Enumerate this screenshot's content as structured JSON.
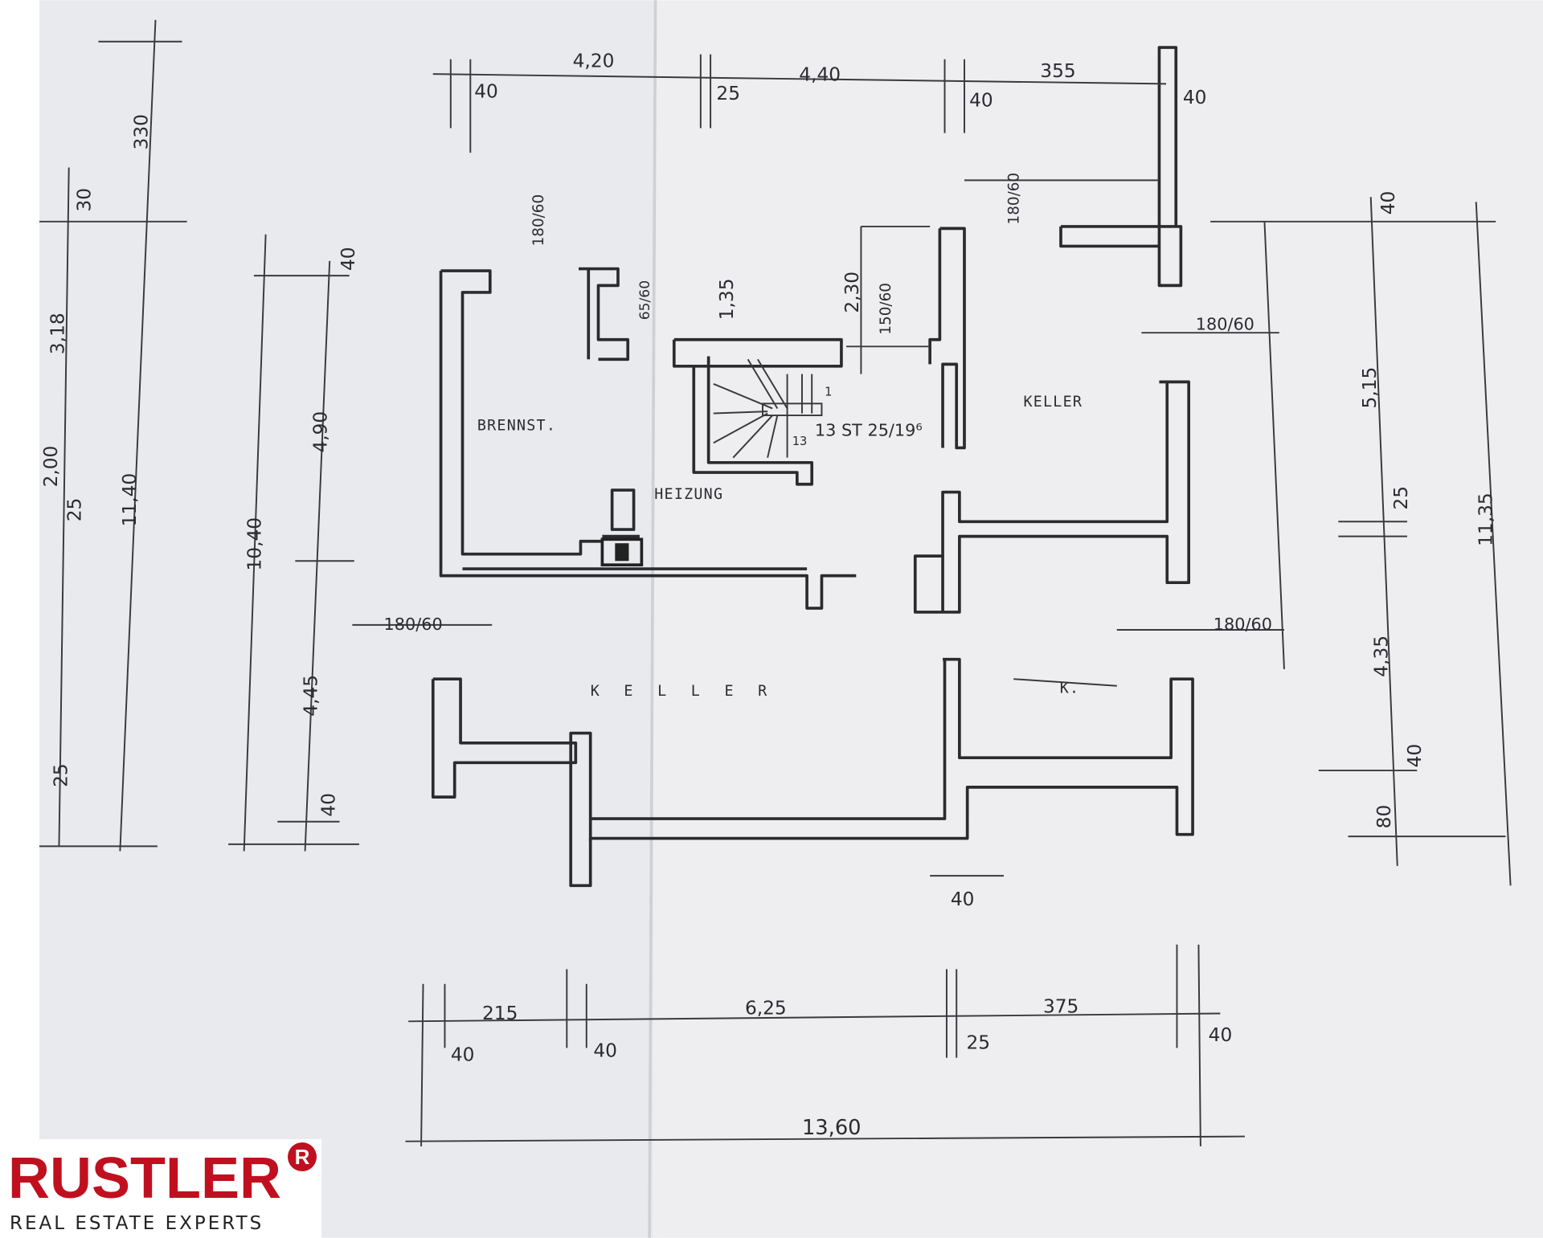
{
  "plan": {
    "rooms": {
      "brennst": "BRENNST.",
      "heizung": "HEIZUNG",
      "keller_right": "KELLER",
      "keller_main": "K E L L E R",
      "k": "K."
    },
    "stair": {
      "note": "13 ST 25/19⁶",
      "first": "1",
      "last": "13"
    },
    "dims_top": [
      "40",
      "4,20",
      "25",
      "4,40",
      "40",
      "355",
      "40"
    ],
    "dims_left": [
      "330",
      "30",
      "3,18",
      "2,00",
      "25",
      "11,40",
      "25",
      "10,40",
      "40",
      "4,90",
      "4,45",
      "40"
    ],
    "dims_inner": [
      "180/60",
      "180/60",
      "65/60",
      "1,35",
      "2,30",
      "150/60",
      "180/60",
      "180/60",
      "180/60"
    ],
    "dims_right": [
      "40",
      "5,15",
      "25",
      "4,35",
      "40",
      "80",
      "11,35"
    ],
    "dims_bottom": [
      "215",
      "40",
      "40",
      "6,25",
      "25",
      "375",
      "40",
      "40",
      "13,60"
    ]
  },
  "logo": {
    "brand": "RUSTLER",
    "mark": "R",
    "tagline": "REAL ESTATE EXPERTS",
    "color": "#c0101f"
  }
}
